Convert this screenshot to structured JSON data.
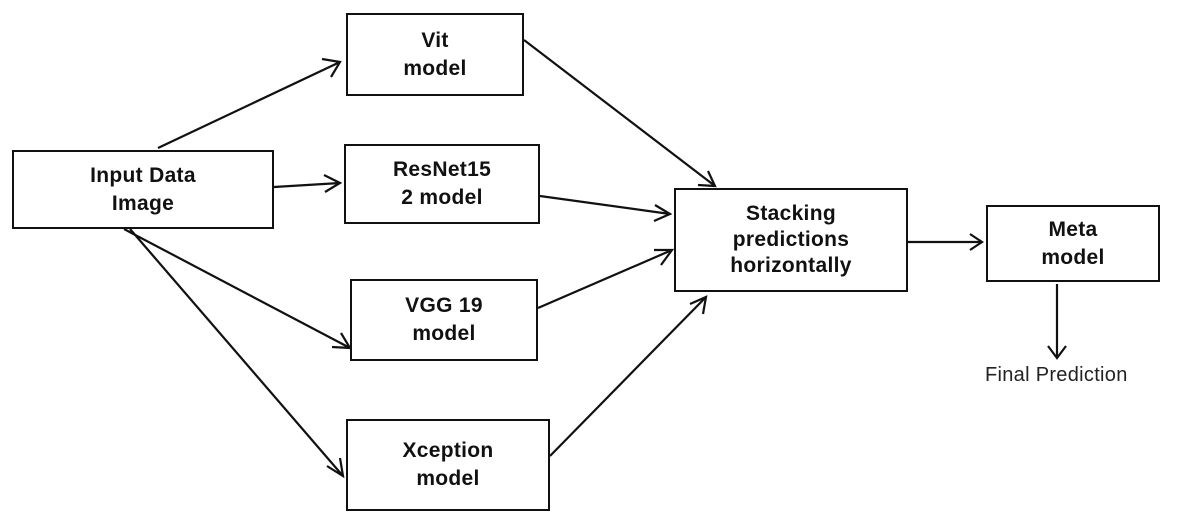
{
  "diagram": {
    "nodes": {
      "input": "Input Data\nImage",
      "vit": "Vit\nmodel",
      "resnet": "ResNet15\n2 model",
      "vgg": "VGG 19\nmodel",
      "xception": "Xception\nmodel",
      "stacking": "Stacking\npredictions\nhorizontally",
      "meta": "Meta\nmodel"
    },
    "output_label": "Final Prediction",
    "edges": [
      {
        "from": "input",
        "to": "vit"
      },
      {
        "from": "input",
        "to": "resnet"
      },
      {
        "from": "input",
        "to": "vgg"
      },
      {
        "from": "input",
        "to": "xception"
      },
      {
        "from": "vit",
        "to": "stacking"
      },
      {
        "from": "resnet",
        "to": "stacking"
      },
      {
        "from": "vgg",
        "to": "stacking"
      },
      {
        "from": "xception",
        "to": "stacking"
      },
      {
        "from": "stacking",
        "to": "meta"
      },
      {
        "from": "meta",
        "to": "output"
      }
    ]
  }
}
